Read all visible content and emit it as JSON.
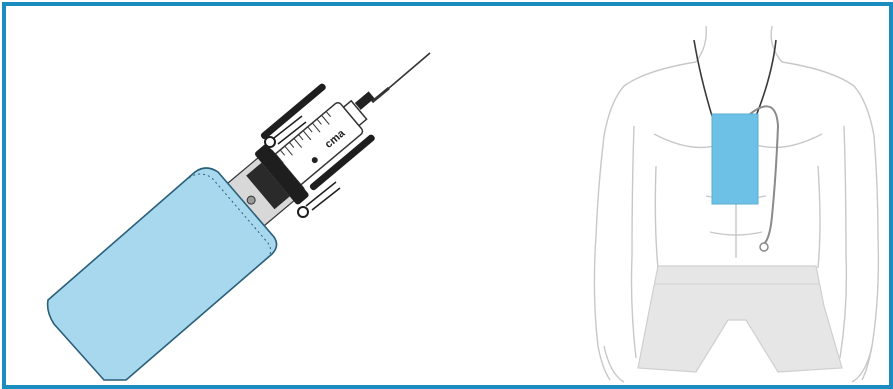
{
  "figure": {
    "colors": {
      "frame": "#1a8cc0",
      "pouch_fill": "#a7d8ee",
      "pouch_stroke": "#2a5f7a",
      "body_outline": "#c8c8c8",
      "shorts_fill": "#e6e6e6",
      "cord": "#3a3a3a",
      "syringe_body": "#ffffff",
      "pump_dark": "#1e1e1e",
      "pump_gray": "#b0b0b0"
    },
    "syringe_label": "cma",
    "panels": [
      {
        "name": "syringe-pump-in-pouch"
      },
      {
        "name": "patient-wearing-pump"
      }
    ]
  }
}
